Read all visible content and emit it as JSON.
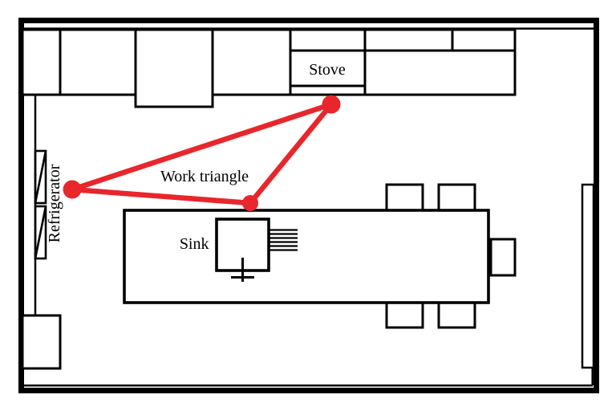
{
  "figure": {
    "title": "Kitchen work triangle floor plan",
    "background_color": "#ffffff",
    "wall_color": "#000000",
    "accent_color": "#e8262b",
    "elements": [
      "outer kitchen walls",
      "top run of counter cabinets with stove",
      "refrigerator against left wall",
      "center island with sink and faucet",
      "five chairs around island table",
      "door panel on right wall",
      "small cabinet at bottom-left",
      "red work triangle connecting refrigerator, stove and sink"
    ],
    "triangle_vertices": [
      "refrigerator",
      "stove",
      "sink"
    ]
  },
  "labels": {
    "stove": "Stove",
    "refrigerator": "Refrigerator",
    "sink": "Sink",
    "work_triangle": "Work triangle"
  }
}
